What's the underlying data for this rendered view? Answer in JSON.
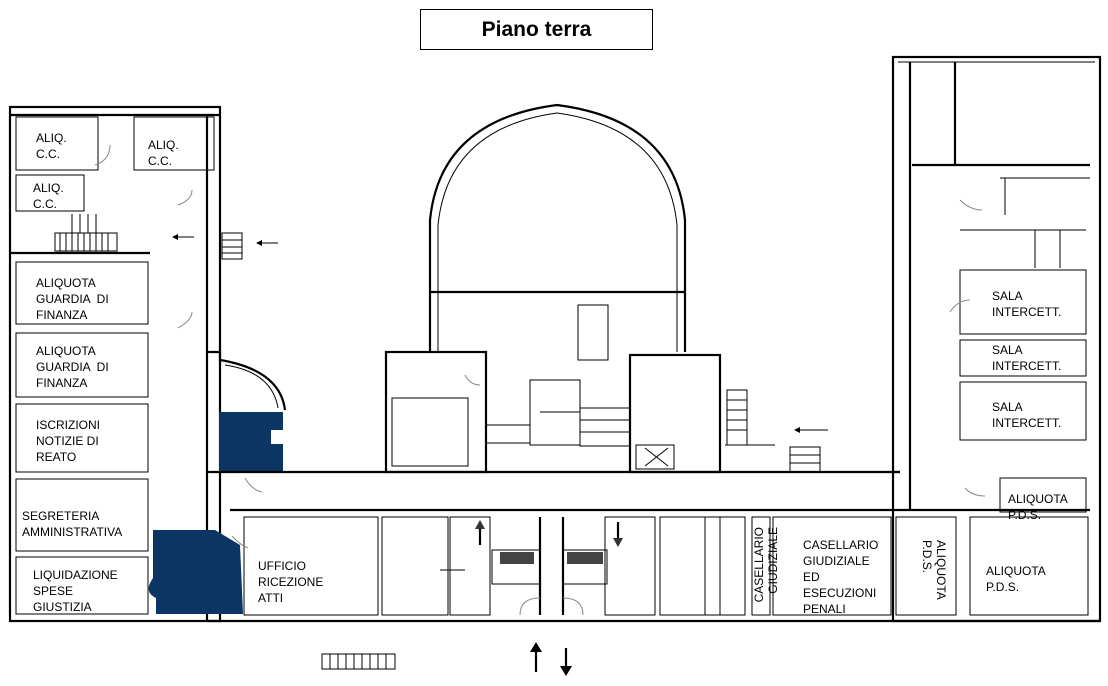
{
  "title": "Piano terra",
  "colors": {
    "highlight": "#0b3562",
    "wall": "#000000",
    "background": "#ffffff"
  },
  "rooms": {
    "aliq_cc_1": "ALIQ.\nC.C.",
    "aliq_cc_2": "ALIQ.\nC.C.",
    "aliq_cc_3": "ALIQ.\nC.C.",
    "aliquota_gdf_1": "ALIQUOTA\nGUARDIA  DI\nFINANZA",
    "aliquota_gdf_2": "ALIQUOTA\nGUARDIA  DI\nFINANZA",
    "iscrizioni": "ISCRIZIONI\nNOTIZIE DI\nREATO",
    "segreteria": "SEGRETERIA\nAMMINISTRATIVA",
    "liquidazione": "LIQUIDAZIONE\nSPESE\nGIUSTIZIA",
    "ufficio": "UFFICIO\nRICEZIONE\nATTI",
    "casellario_giudiziale_v": "CASELLARIO\nGIUDIZIALE",
    "casellario_esecuzioni": "CASELLARIO\nGIUDIZIALE\nED\nESECUZIONI\nPENALI",
    "aliquota_pds_v": "ALIQUOTA\nP.D.S.",
    "aliquota_pds_1": "ALIQUOTA\nP.D.S.",
    "aliquota_pds_2": "ALIQUOTA\nP.D.S.",
    "sala_1": "SALA\nINTERCETT.",
    "sala_2": "SALA\nINTERCETT.",
    "sala_3": "SALA\nINTERCETT."
  }
}
